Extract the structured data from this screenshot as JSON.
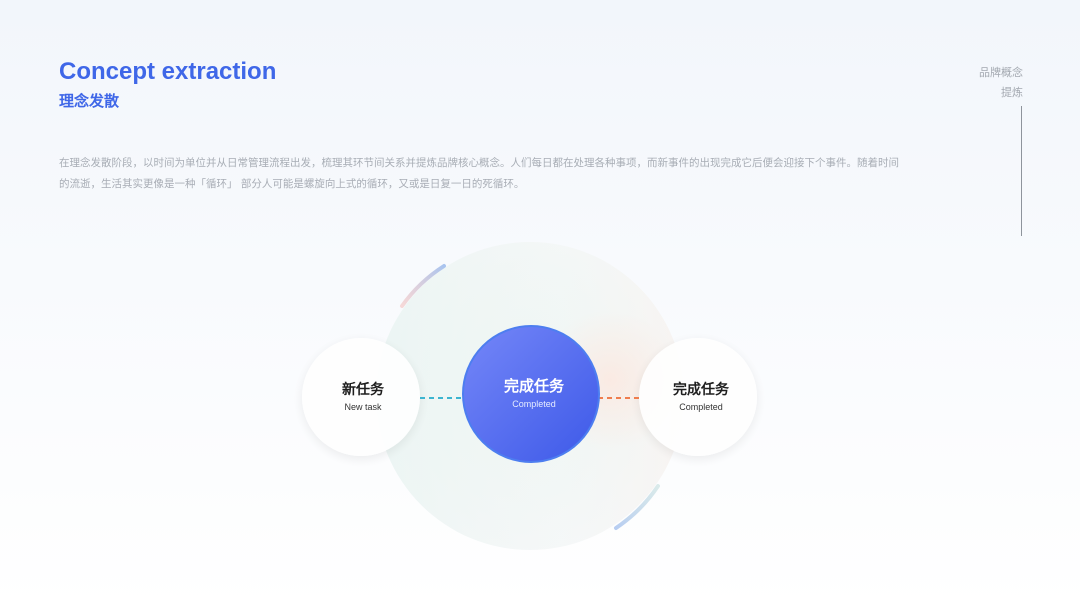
{
  "header": {
    "title_en": "Concept extraction",
    "title_cn": "理念发散"
  },
  "side_label": {
    "line1": "品牌概念",
    "line2": "提炼"
  },
  "description": "在理念发散阶段，以时间为单位并从日常管理流程出发，梳理其环节间关系并提炼品牌核心概念。人们每日都在处理各种事项，而新事件的出现完成它后便会迎接下个事件。随着时间的流逝，生活其实更像是一种「循环」 部分人可能是螺旋向上式的循环，又或是日复一日的死循环。",
  "diagram": {
    "left_node": {
      "cn": "新任务",
      "en": "New task"
    },
    "center_node": {
      "cn": "完成任务",
      "en": "Completed"
    },
    "right_node": {
      "cn": "完成任务",
      "en": "Completed"
    }
  },
  "colors": {
    "accent": "#3f67e8",
    "center_start": "#6e82f7",
    "center_end": "#3f5ce9",
    "left_connector": "#3cb5d0",
    "right_connector": "#ef7d4e"
  }
}
